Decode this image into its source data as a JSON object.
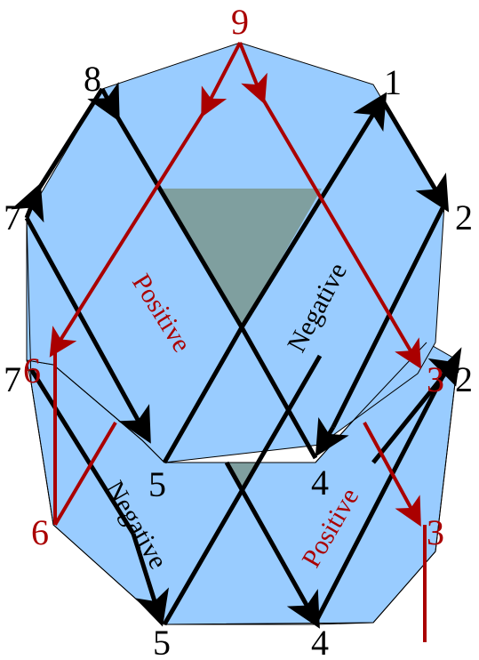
{
  "colors": {
    "fill": "#99ccff",
    "edge": "#000000",
    "dark_face": "#7f9f9f",
    "path_black": "#000000",
    "path_red": "#aa0000",
    "label_black": "#000000",
    "label_red": "#aa0000",
    "background": "#ffffff"
  },
  "labels": {
    "top_9": "9",
    "top_8": "8",
    "top_1": "1",
    "mid_7": "7",
    "mid_2": "2",
    "ring_7": "7",
    "ring_6": "6",
    "ring_3": "3",
    "ring_2": "2",
    "inner_5": "5",
    "inner_4": "4",
    "low_6": "6",
    "low_3": "3",
    "bottom_5": "5",
    "bottom_4": "4"
  },
  "regions": {
    "upper_left": "Positive",
    "upper_right": "Negative",
    "lower_left": "Negative",
    "lower_right": "Positive"
  }
}
